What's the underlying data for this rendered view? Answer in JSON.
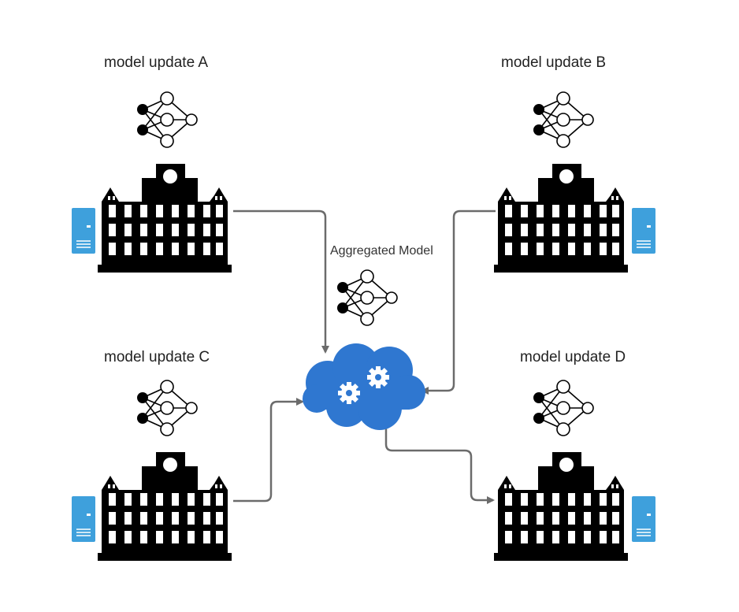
{
  "labels": {
    "update_a": "model update A",
    "update_b": "model update B",
    "update_c": "model update C",
    "update_d": "model update D",
    "aggregated": "Aggregated Model"
  },
  "colors": {
    "building": "#000000",
    "server": "#3ea0dc",
    "cloud": "#2f77d0",
    "gear": "#ffffff",
    "arrow": "#6b6b6b",
    "network_filled": "#000000",
    "network_empty": "#ffffff"
  },
  "icons": {
    "building": "building-icon",
    "server": "server-icon",
    "network": "neural-network-icon",
    "cloud": "cloud-gears-icon"
  }
}
